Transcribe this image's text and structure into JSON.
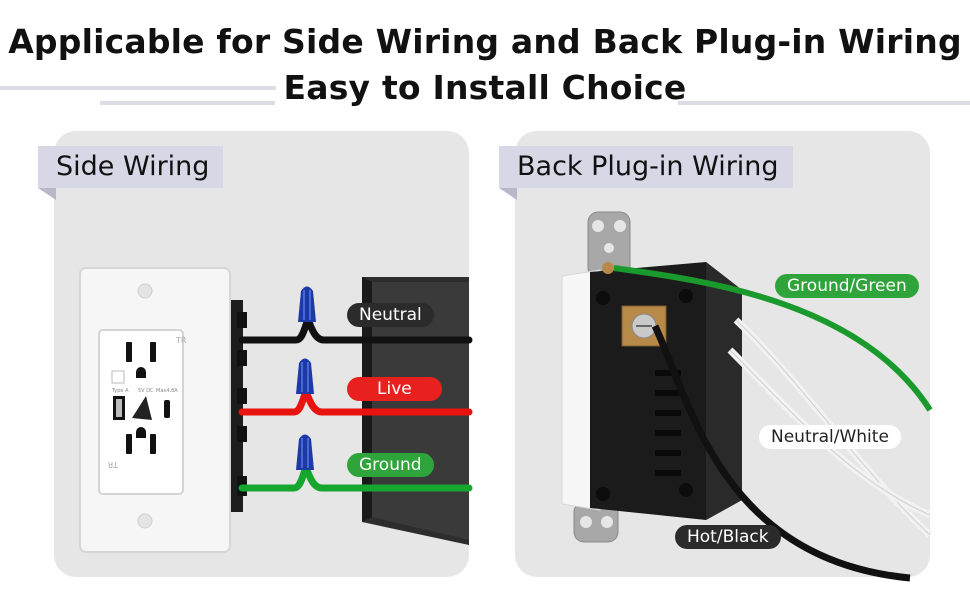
{
  "header": {
    "line1": "Applicable for Side Wiring and Back Plug-in Wiring",
    "line2": "Easy to Install Choice"
  },
  "left_panel": {
    "title": "Side Wiring",
    "labels": {
      "neutral": "Neutral",
      "live": "Live",
      "ground": "Ground"
    }
  },
  "right_panel": {
    "title": "Back Plug-in Wiring",
    "labels": {
      "ground_green": "Ground/Green",
      "neutral_white": "Neutral/White",
      "hot_black": "Hot/Black"
    }
  },
  "outlet_markings": {
    "tr_top": "TR",
    "tr_bottom": "TR",
    "usb_a": "Type A",
    "rating": "5V DC",
    "max": "Max4.8A"
  },
  "colors": {
    "panel_bg": "#e6e6e6",
    "tab_bg": "#d8d7e6",
    "neutral_pill": "#2b2b2b",
    "live_pill": "#e8211f",
    "ground_pill": "#2ea43a",
    "wire_black": "#111111",
    "wire_red": "#e8130f",
    "wire_green": "#15a62d",
    "wire_nut_blue": "#1c3aa6"
  }
}
